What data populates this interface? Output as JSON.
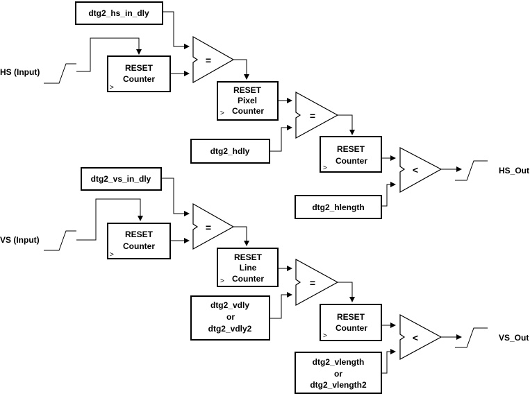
{
  "horizontal": {
    "hs_in_dly": "dtg2_hs_in_dly",
    "hs_input": "HS (Input)",
    "counter1": {
      "reset": "RESET",
      "name": "Counter"
    },
    "comparator1": "=",
    "pixel_counter": {
      "reset": "RESET",
      "line1": "Pixel",
      "line2": "Counter"
    },
    "comparator2": "=",
    "hdly": "dtg2_hdly",
    "counter2": {
      "reset": "RESET",
      "name": "Counter"
    },
    "comparator3": "<",
    "hlength": "dtg2_hlength",
    "output": "HS_Out"
  },
  "vertical": {
    "vs_in_dly": "dtg2_vs_in_dly",
    "vs_input": "VS (Input)",
    "counter1": {
      "reset": "RESET",
      "name": "Counter"
    },
    "comparator1": "=",
    "line_counter": {
      "reset": "RESET",
      "line1": "Line",
      "line2": "Counter"
    },
    "comparator2": "=",
    "vdly": {
      "line1": "dtg2_vdly",
      "or": "or",
      "line2": "dtg2_vdly2"
    },
    "counter2": {
      "reset": "RESET",
      "name": "Counter"
    },
    "comparator3": "<",
    "vlength": {
      "line1": "dtg2_vlength",
      "or": "or",
      "line2": "dtg2_vlength2"
    },
    "output": "VS_Out"
  },
  "clock_mark": ">"
}
